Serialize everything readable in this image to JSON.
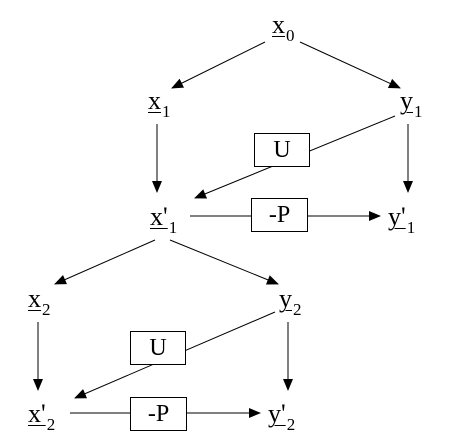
{
  "nodes": {
    "x0": {
      "base": "x",
      "sub": "0"
    },
    "x1": {
      "base": "x",
      "sub": "1"
    },
    "y1": {
      "base": "y",
      "sub": "1"
    },
    "xp1": {
      "base": "x'",
      "sub": "1"
    },
    "yp1": {
      "base": "y'",
      "sub": "1"
    },
    "x2": {
      "base": "x",
      "sub": "2"
    },
    "y2": {
      "base": "y",
      "sub": "2"
    },
    "xp2": {
      "base": "x'",
      "sub": "2"
    },
    "yp2": {
      "base": "y'",
      "sub": "2"
    }
  },
  "operators": {
    "u1": "U",
    "p1": "-P",
    "u2": "U",
    "p2": "-P"
  },
  "colors": {
    "ink": "#000000",
    "background": "#ffffff"
  }
}
